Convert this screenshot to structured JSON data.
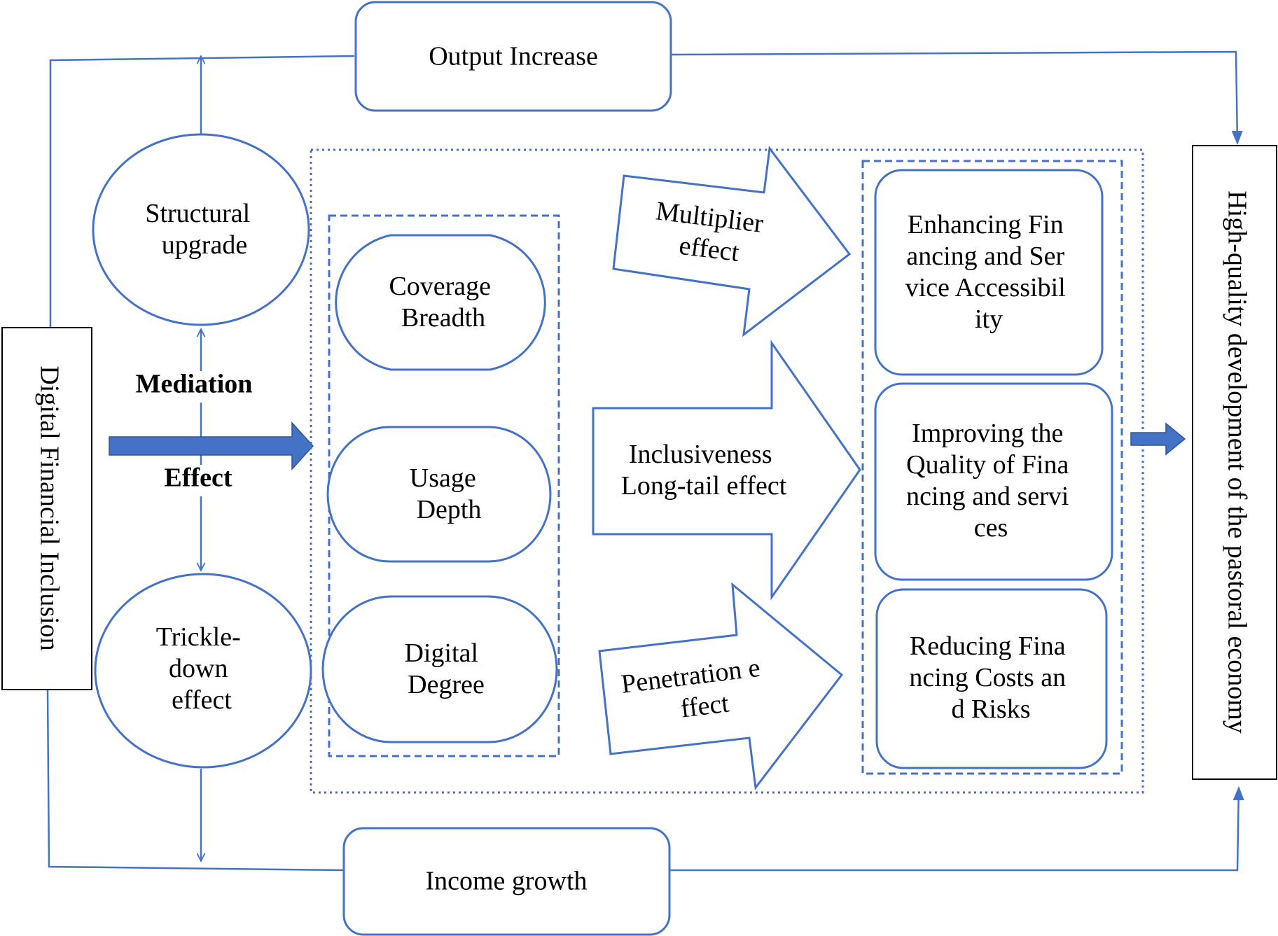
{
  "colors": {
    "line": "#4472C4",
    "arrow_fill": "#4472C4",
    "black": "#000000",
    "background": "#FFFFFF"
  },
  "left_box": "Digital Financial Inclusion",
  "right_box": "High-quality development of the pastoral economy",
  "top_box": "Output Increase",
  "bottom_box": "Income growth",
  "ellipses": {
    "structural": [
      "Structural",
      "upgrade"
    ],
    "trickle": [
      "Trickle-",
      "down",
      "effect"
    ]
  },
  "mediation": [
    "Mediation",
    "Effect"
  ],
  "dimensions": {
    "coverage": [
      "Coverage",
      "Breadth"
    ],
    "usage": [
      "Usage",
      "Depth"
    ],
    "digital": [
      "Digital",
      "Degree"
    ]
  },
  "effects": {
    "multiplier": [
      "Multiplier",
      "effect"
    ],
    "inclusive": [
      "Inclusiveness",
      "Long-tail effect"
    ],
    "penetration": [
      "Penetration e",
      "ffect"
    ]
  },
  "outcomes": {
    "accessibility": [
      "Enhancing Fin",
      "ancing and Ser",
      "vice Accessibil",
      "ity"
    ],
    "quality": [
      "Improving the",
      "Quality of Fina",
      "ncing and servi",
      "ces"
    ],
    "costs": [
      "Reducing Fina",
      "ncing Costs an",
      "d Risks"
    ]
  }
}
